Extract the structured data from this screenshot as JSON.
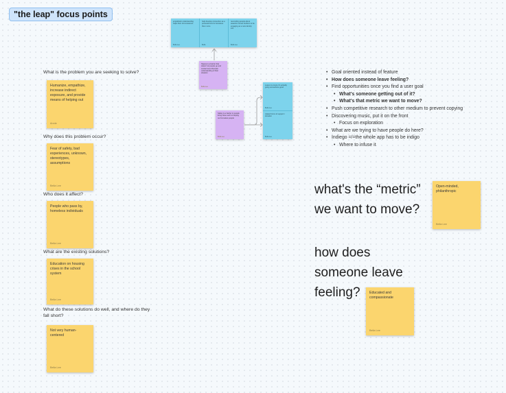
{
  "frame": {
    "title": "\"the leap\" focus points"
  },
  "questions": {
    "q1": "What is the problem you are seeking to solve?",
    "q2": "Why does this problem occur?",
    "q3": "Who does it affect?",
    "q4": "What are the existing solutions?",
    "q5": "What do these solutions do well, and where do they fall short?"
  },
  "stickies": {
    "s1": {
      "text": "Humanize, empathize, increase indirect exposure, and provide means of helping out",
      "author": "Annie"
    },
    "s2": {
      "text": "Fear of safety, bad experiences, unknown, stereotypes, assumptions",
      "author": "Bella Lee"
    },
    "s3": {
      "text": "People who pass by, homeless individuals",
      "author": "Bella Lee"
    },
    "s4": {
      "text": "Education on housing crises in the school system",
      "author": "Bella Lee"
    },
    "s5": {
      "text": "Not very human-centered",
      "author": "Bella Lee"
    },
    "metric": {
      "text": "Open-minded, philanthropic",
      "author": "Bella Lee"
    },
    "feeling": {
      "text": "Educated and compassionate",
      "author": "Bella Lee"
    }
  },
  "cluster": {
    "blue1": {
      "text": "empathetic understanding helps their circumstances",
      "author": "Bella Lee"
    },
    "blue2": {
      "text": "help develop connection as a personal bond to homeless them more",
      "author": "Bella"
    },
    "blue3": {
      "text": "reconciling people about assertion sense burdens to be engaging as a new identity into",
      "author": "Bella Lee"
    },
    "purple1": {
      "text": "Stigma is a barrier that doesn't let people go and contact level thematic understanding of their situation",
      "author": "Bella Lee"
    },
    "purple2": {
      "text": "Safety is a barrier to people living close such to helping out homeless people",
      "author": "Bella Lee"
    },
    "split_top": {
      "text": "Leave to ensure it's actually going somewhere good",
      "author": "Bella Lee"
    },
    "split_bottom": {
      "text": "related forms of support / donation",
      "author": "Bella Lee"
    }
  },
  "bullets": [
    {
      "text": "Goal oriented instead of feature",
      "level": 1,
      "bold": false
    },
    {
      "text": "How does someone leave feeling?",
      "level": 1,
      "bold": true
    },
    {
      "text": "Find opportunities once you find a user goal",
      "level": 1,
      "bold": false
    },
    {
      "text": "What's someone getting out of it?",
      "level": 2,
      "bold": true
    },
    {
      "text": "What's that metric we want to move?",
      "level": 2,
      "bold": true
    },
    {
      "text": "Push competitive research to other medium to prevent copying",
      "level": 1,
      "bold": false
    },
    {
      "text": "Discovering music, put it on the front",
      "level": 1,
      "bold": false
    },
    {
      "text": "Focus on exploration",
      "level": 2,
      "bold": false
    },
    {
      "text": "What are we trying to have people do here?",
      "level": 1,
      "bold": false
    },
    {
      "text": "Indiego =/=the whole app has to be indigo",
      "level": 1,
      "bold": false
    },
    {
      "text": "Where to infuse it",
      "level": 2,
      "bold": false
    }
  ],
  "headlines": {
    "metric": "what's the “metric” we want to move?",
    "feeling": "how does someone leave feeling?"
  },
  "colors": {
    "sticky_yellow": "#fbd56e",
    "sticky_blue": "#7dd3ec",
    "sticky_purple": "#d6b3f3",
    "frame_accent": "#8fbfef"
  }
}
